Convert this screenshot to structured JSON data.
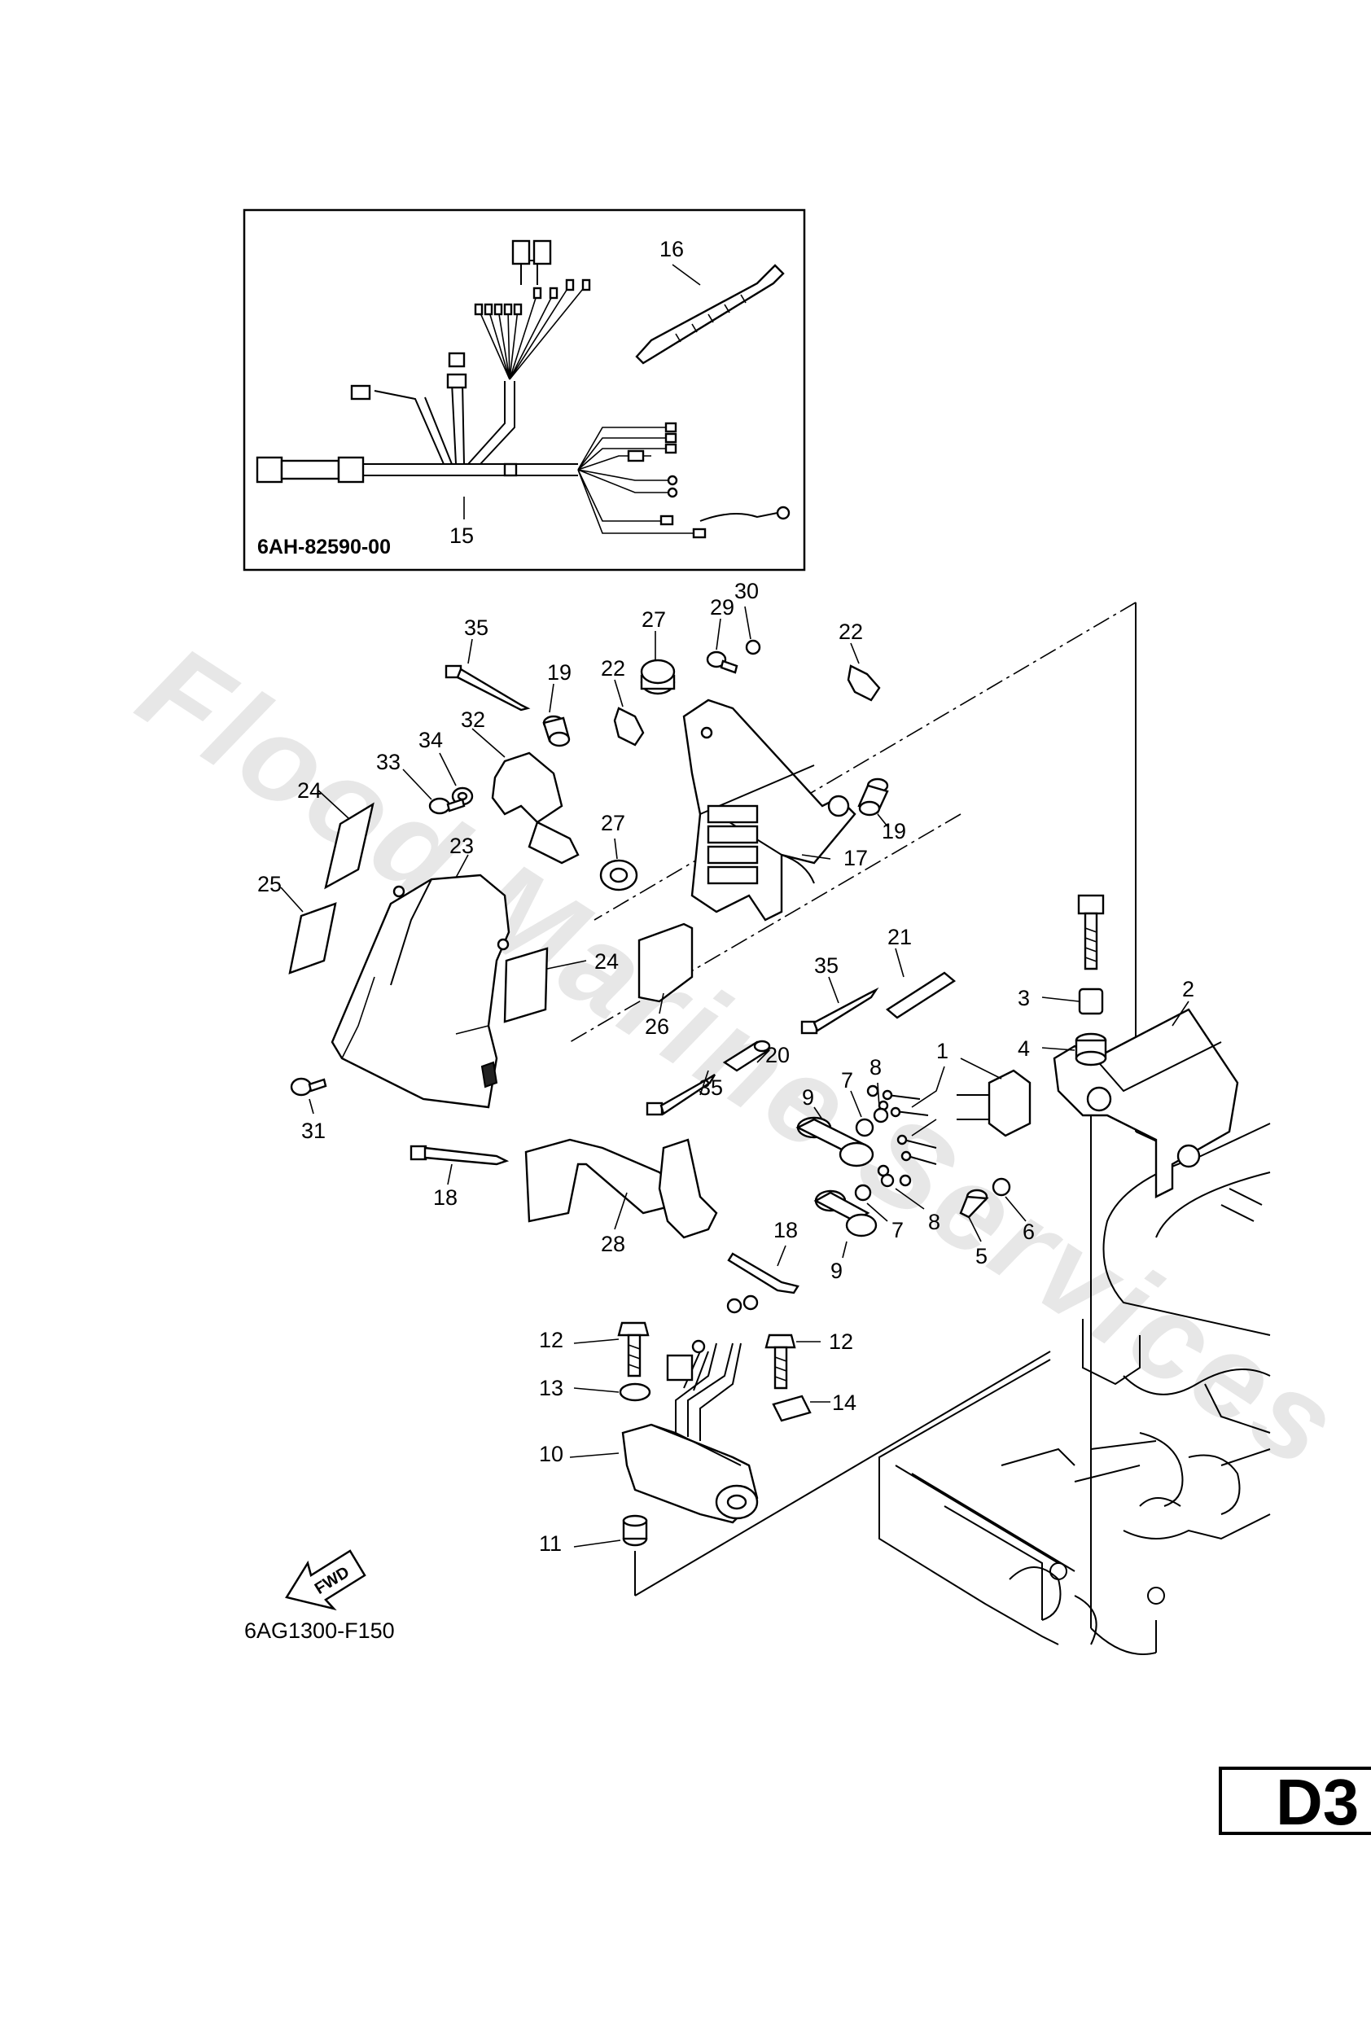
{
  "watermark": "Flood Marine Services",
  "inset": {
    "part_code": "6AH-82590-00"
  },
  "diagram_code": "6AG1300-F150",
  "fwd_label": "FWD",
  "page_id": "D3",
  "callouts": [
    "1",
    "2",
    "3",
    "4",
    "5",
    "6",
    "7",
    "7",
    "8",
    "8",
    "9",
    "9",
    "10",
    "11",
    "12",
    "12",
    "13",
    "14",
    "15",
    "16",
    "17",
    "18",
    "18",
    "19",
    "19",
    "20",
    "21",
    "22",
    "22",
    "23",
    "24",
    "24",
    "25",
    "26",
    "27",
    "27",
    "28",
    "29",
    "30",
    "31",
    "32",
    "33",
    "34",
    "35",
    "35",
    "35"
  ]
}
